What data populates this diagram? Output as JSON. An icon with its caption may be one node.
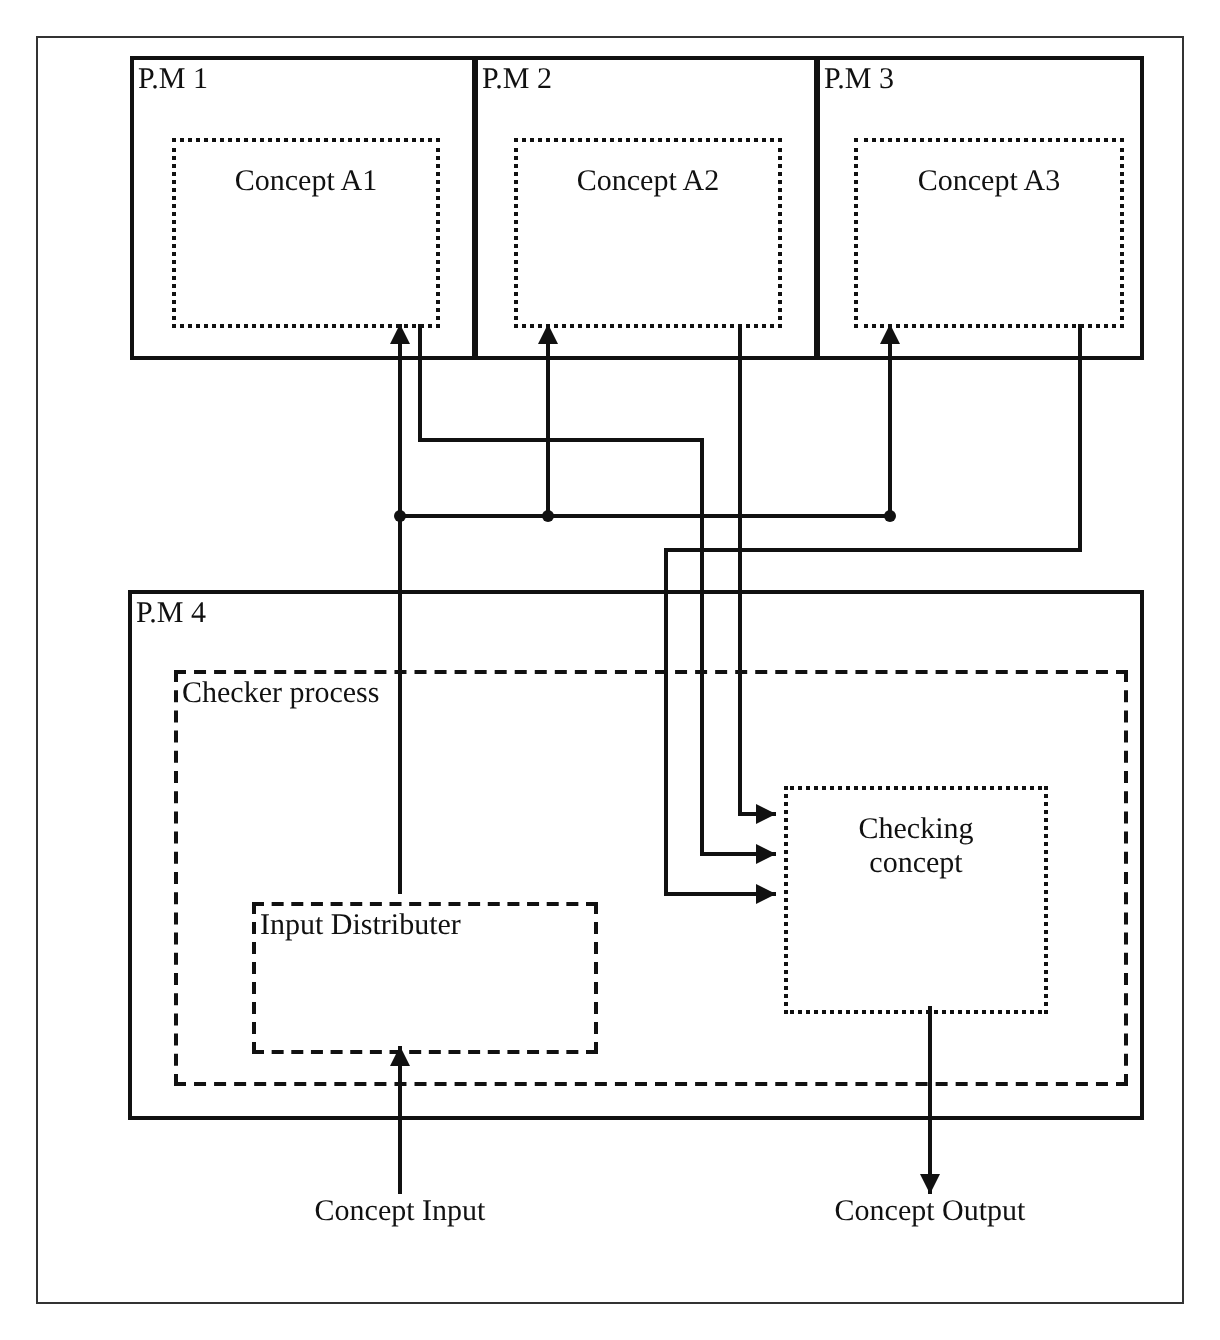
{
  "diagram": {
    "nodes": [
      {
        "text": [
          "P.M 1"
        ]
      },
      {
        "text": [
          "Concept A1"
        ],
        "in": 0
      },
      {
        "text": [
          "P.M 2"
        ]
      },
      {
        "text": [
          "Concept A2"
        ],
        "in": 2
      },
      {
        "text": [
          "P.M 3"
        ]
      },
      {
        "text": [
          "Concept A3"
        ],
        "in": 4
      },
      {
        "text": [
          "P.M 4"
        ]
      },
      {
        "text": [
          "Checker process"
        ],
        "in": 6
      },
      {
        "text": [
          "Input Distributer"
        ],
        "in": 7
      },
      {
        "text": [
          "Checking concept"
        ],
        "in": 7
      },
      {
        "text": [
          "Concept Input"
        ]
      },
      {
        "text": [
          "Concept Output"
        ]
      }
    ],
    "edges": [
      {
        "from": 8,
        "to": 1,
        "arrow": "to"
      },
      {
        "from": 8,
        "to": 3,
        "arrow": "to"
      },
      {
        "from": 8,
        "to": 5,
        "arrow": "to"
      },
      {
        "from": 1,
        "to": 9,
        "arrow": "to"
      },
      {
        "from": 3,
        "to": 9,
        "arrow": "to"
      },
      {
        "from": 5,
        "to": 9,
        "arrow": "to"
      },
      {
        "from": 10,
        "to": 8,
        "arrow": "to"
      },
      {
        "from": 9,
        "to": 11,
        "arrow": "to"
      }
    ]
  }
}
